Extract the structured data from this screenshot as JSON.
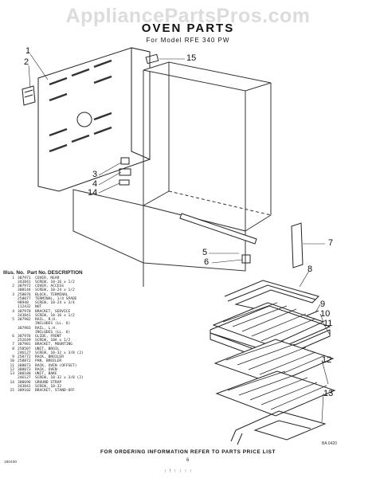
{
  "watermark": "AppliancePartsPros.com",
  "title": "OVEN PARTS",
  "model": "For Model RFE 340 PW",
  "callouts": [
    {
      "id": "c1",
      "label": "1"
    },
    {
      "id": "c2",
      "label": "2"
    },
    {
      "id": "c3",
      "label": "3"
    },
    {
      "id": "c4",
      "label": "4"
    },
    {
      "id": "c14",
      "label": "14"
    },
    {
      "id": "c15",
      "label": "15"
    },
    {
      "id": "c5",
      "label": "5"
    },
    {
      "id": "c6",
      "label": "6"
    },
    {
      "id": "c7",
      "label": "7"
    },
    {
      "id": "c8",
      "label": "8"
    },
    {
      "id": "c9",
      "label": "9"
    },
    {
      "id": "c10",
      "label": "10"
    },
    {
      "id": "c11",
      "label": "11"
    },
    {
      "id": "c12",
      "label": "12"
    },
    {
      "id": "c13",
      "label": "13"
    }
  ],
  "table": {
    "headers": [
      "Illus. No.",
      "Part No.",
      "DESCRIPTION"
    ],
    "rows": [
      {
        "no": "1",
        "part": "307971",
        "desc": "COVER, REAR"
      },
      {
        "no": "",
        "part": "343841",
        "desc": "SCREW, 10-16 x 1/2"
      },
      {
        "no": "2",
        "part": "307972",
        "desc": "COVER, ACCESS"
      },
      {
        "no": "",
        "part": "308144",
        "desc": "SCREW, 10-24 x 1/2"
      },
      {
        "no": "3",
        "part": "258076",
        "desc": "BLOCK, TERMINAL"
      },
      {
        "no": "",
        "part": "258077",
        "desc": "TERMINAL, 1/4 SPADE"
      },
      {
        "no": "",
        "part": "98948",
        "desc": "SCREW, 10-24 x 3/4"
      },
      {
        "no": "",
        "part": "112432",
        "desc": "NUT"
      },
      {
        "no": "4",
        "part": "307970",
        "desc": "BRACKET, SERVICE"
      },
      {
        "no": "",
        "part": "343841",
        "desc": "SCREW, 10-16 x 1/2"
      },
      {
        "no": "5",
        "part": "307982",
        "desc": "RAIL, R.H."
      },
      {
        "no": "",
        "part": "",
        "desc": "INCLUDES (LL. 6)"
      },
      {
        "no": "",
        "part": "307983",
        "desc": "RAIL, L.H."
      },
      {
        "no": "",
        "part": "",
        "desc": "INCLUDES (LL. 6)"
      },
      {
        "no": "6",
        "part": "307976",
        "desc": "GLIDE, FRONT"
      },
      {
        "no": "",
        "part": "252649",
        "desc": "SCREW, 10A x 1/2"
      },
      {
        "no": "7",
        "part": "307981",
        "desc": "BRACKET, MOUNTING"
      },
      {
        "no": "8",
        "part": "258507",
        "desc": "UNIT, BROIL"
      },
      {
        "no": "",
        "part": "246127",
        "desc": "SCREW, 10-32 x 3/8 (2)"
      },
      {
        "no": "9",
        "part": "258772",
        "desc": "RACK, BROILER"
      },
      {
        "no": "10",
        "part": "258872",
        "desc": "PAN, BROILER"
      },
      {
        "no": "11",
        "part": "308073",
        "desc": "RACK, OVEN (OFFSET)"
      },
      {
        "no": "12",
        "part": "308073",
        "desc": "RACK, OVEN"
      },
      {
        "no": "13",
        "part": "308180",
        "desc": "UNIT, BAKE"
      },
      {
        "no": "",
        "part": "246127",
        "desc": "SCREW, 10-32 x 3/8 (2)"
      },
      {
        "no": "14",
        "part": "308696",
        "desc": "GROUND STRAP"
      },
      {
        "no": "",
        "part": "343841",
        "desc": "SCREW, 10-32"
      },
      {
        "no": "15",
        "part": "309102",
        "desc": "BRACKET, STAND-OFF"
      }
    ]
  },
  "ref_code": "BA 0420",
  "footer": "FOR ORDERING INFORMATION REFER TO PARTS PRICE LIST",
  "doc_code": "180430",
  "page_number": "6",
  "bottom_mark": "↑ ! ↑ ↑ ↑ ↑"
}
